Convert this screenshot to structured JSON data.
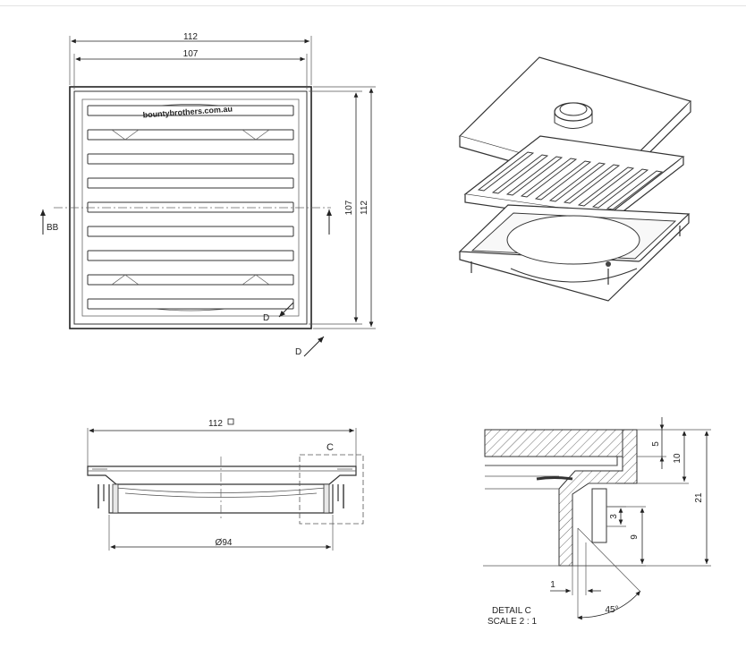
{
  "top_view": {
    "dim_overall_width": "112",
    "dim_grate_width": "107",
    "dim_grate_height": "107",
    "dim_overall_height": "112",
    "section_label": "BB",
    "detail_label_1": "D",
    "detail_label_2": "D",
    "brand_text": "bountybrothers.com.au"
  },
  "side_view": {
    "dim_width": "112",
    "dim_diameter": "Ø94",
    "detail_callout": "C"
  },
  "detail_view": {
    "dim_5": "5",
    "dim_10": "10",
    "dim_21": "21",
    "dim_3": "3",
    "dim_9": "9",
    "dim_1": "1",
    "dim_angle": "45°",
    "title": "DETAIL C",
    "scale": "SCALE 2 : 1"
  }
}
